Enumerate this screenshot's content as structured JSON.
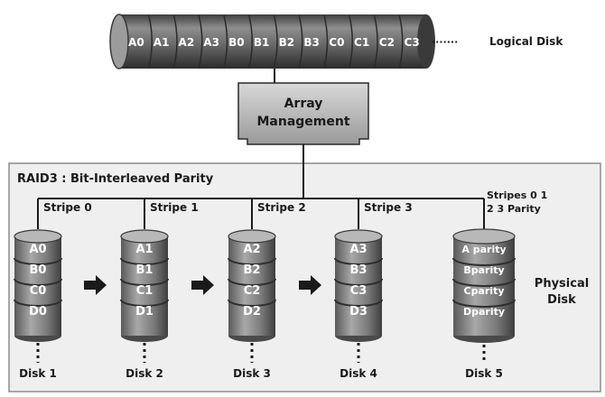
{
  "logical_disk": {
    "blocks": [
      "A0",
      "A1",
      "A2",
      "A3",
      "B0",
      "B1",
      "B2",
      "B3",
      "C0",
      "C1",
      "C2",
      "C3"
    ],
    "dots": "·······",
    "label": "Logical Disk"
  },
  "array_management": {
    "line1": "Array",
    "line2": "Management"
  },
  "raid_panel": {
    "title": "RAID3 : Bit-Interleaved Parity",
    "physical_label_line1": "Physical",
    "physical_label_line2": "Disk"
  },
  "disks": [
    {
      "stripe_label": "Stripe 0",
      "blocks": [
        "A0",
        "B0",
        "C0",
        "D0"
      ],
      "name": "Disk 1"
    },
    {
      "stripe_label": "Stripe 1",
      "blocks": [
        "A1",
        "B1",
        "C1",
        "D1"
      ],
      "name": "Disk 2"
    },
    {
      "stripe_label": "Stripe 2",
      "blocks": [
        "A2",
        "B2",
        "C2",
        "D2"
      ],
      "name": "Disk 3"
    },
    {
      "stripe_label": "Stripe 3",
      "blocks": [
        "A3",
        "B3",
        "C3",
        "D3"
      ],
      "name": "Disk 4"
    }
  ],
  "parity_disk": {
    "label_line1": "Stripes 0  1",
    "label_line2": "2  3 Parity",
    "blocks": [
      "A parity",
      "Bparity",
      "Cparity",
      "Dparity"
    ],
    "name": "Disk 5"
  },
  "colors": {
    "cylinder_body": "#8a8a8a",
    "cylinder_dark": "#4a4a4a",
    "panel_bg": "#efefef",
    "panel_border": "#8c8c8c",
    "text": "#1a1a1a",
    "block_text": "#ffffff"
  }
}
